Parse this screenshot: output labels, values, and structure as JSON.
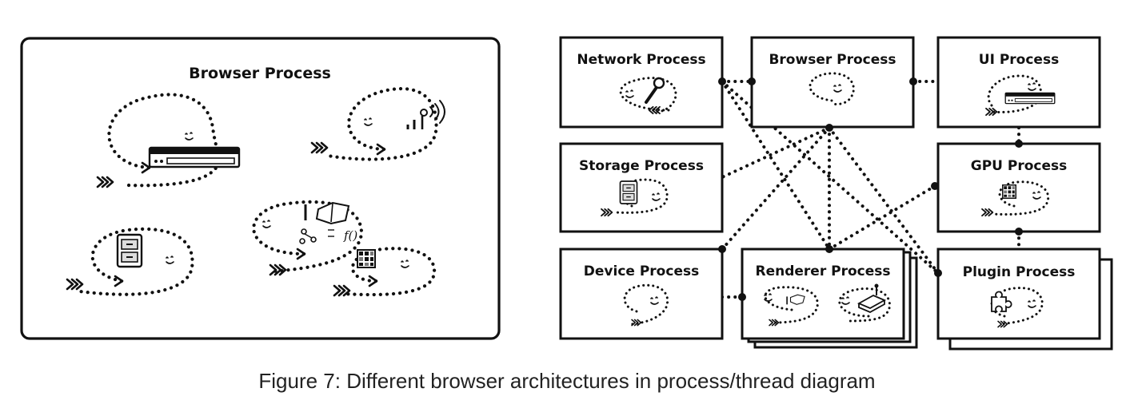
{
  "left_panel": {
    "title": "Browser Process"
  },
  "right_panel": {
    "network": "Network Process",
    "browser": "Browser Process",
    "ui": "UI Process",
    "storage": "Storage Process",
    "gpu": "GPU Process",
    "device": "Device Process",
    "renderer": "Renderer Process",
    "plugin": "Plugin Process"
  },
  "icons": {
    "formula_text": "f()"
  },
  "caption": "Figure 7: Different browser architectures in process/thread diagram"
}
